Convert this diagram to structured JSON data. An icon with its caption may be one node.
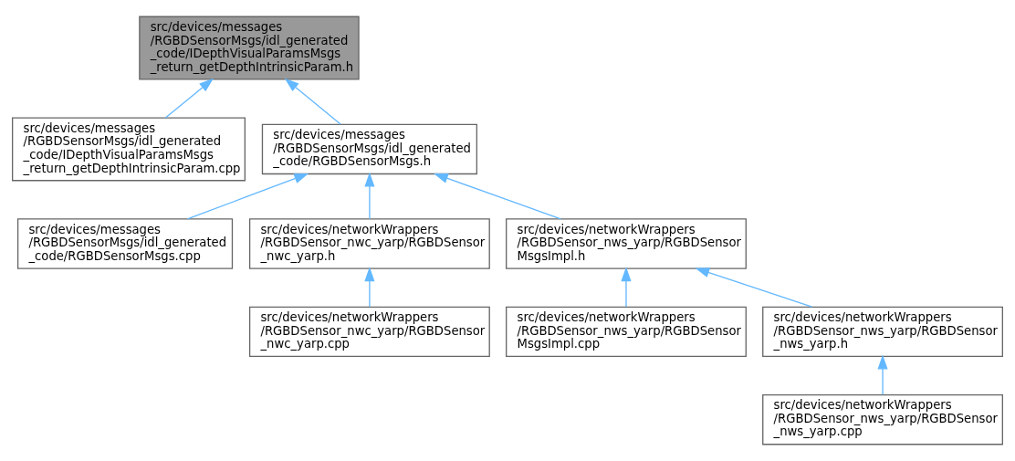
{
  "diagram": {
    "nodes": [
      {
        "text": [
          "src/devices/messages /RGBDSensorMsgs/idl_generated _code/IDepthVisualParamsMsgs _return_getDepthIntrinsicParam.h"
        ]
      },
      {
        "text": [
          "src/devices/messages /RGBDSensorMsgs/idl_generated _code/IDepthVisualParamsMsgs _return_getDepthIntrinsicParam.cpp"
        ]
      },
      {
        "text": [
          "src/devices/messages /RGBDSensorMsgs/idl_generated _code/RGBDSensorMsgs.h"
        ]
      },
      {
        "text": [
          "src/devices/messages /RGBDSensorMsgs/idl_generated _code/RGBDSensorMsgs.cpp"
        ]
      },
      {
        "text": [
          "src/devices/networkWrappers /RGBDSensor_nwc_yarp/RGBDSensor _nwc_yarp.h"
        ]
      },
      {
        "text": [
          "src/devices/networkWrappers /RGBDSensor_nws_yarp/RGBDSensor MsgsImpl.h"
        ]
      },
      {
        "text": [
          "src/devices/networkWrappers /RGBDSensor_nwc_yarp/RGBDSensor _nwc_yarp.cpp"
        ]
      },
      {
        "text": [
          "src/devices/networkWrappers /RGBDSensor_nws_yarp/RGBDSensor MsgsImpl.cpp"
        ]
      },
      {
        "text": [
          "src/devices/networkWrappers /RGBDSensor_nws_yarp/RGBDSensor _nws_yarp.h"
        ]
      },
      {
        "text": [
          "src/devices/networkWrappers /RGBDSensor_nws_yarp/RGBDSensor _nws_yarp.cpp"
        ]
      }
    ],
    "edges": [
      {
        "from": 1,
        "to": 0,
        "arrow": "to"
      },
      {
        "from": 2,
        "to": 0,
        "arrow": "to"
      },
      {
        "from": 3,
        "to": 2,
        "arrow": "to"
      },
      {
        "from": 4,
        "to": 2,
        "arrow": "to"
      },
      {
        "from": 5,
        "to": 2,
        "arrow": "to"
      },
      {
        "from": 6,
        "to": 4,
        "arrow": "to"
      },
      {
        "from": 7,
        "to": 5,
        "arrow": "to"
      },
      {
        "from": 8,
        "to": 5,
        "arrow": "to"
      },
      {
        "from": 9,
        "to": 8,
        "arrow": "to"
      }
    ]
  }
}
